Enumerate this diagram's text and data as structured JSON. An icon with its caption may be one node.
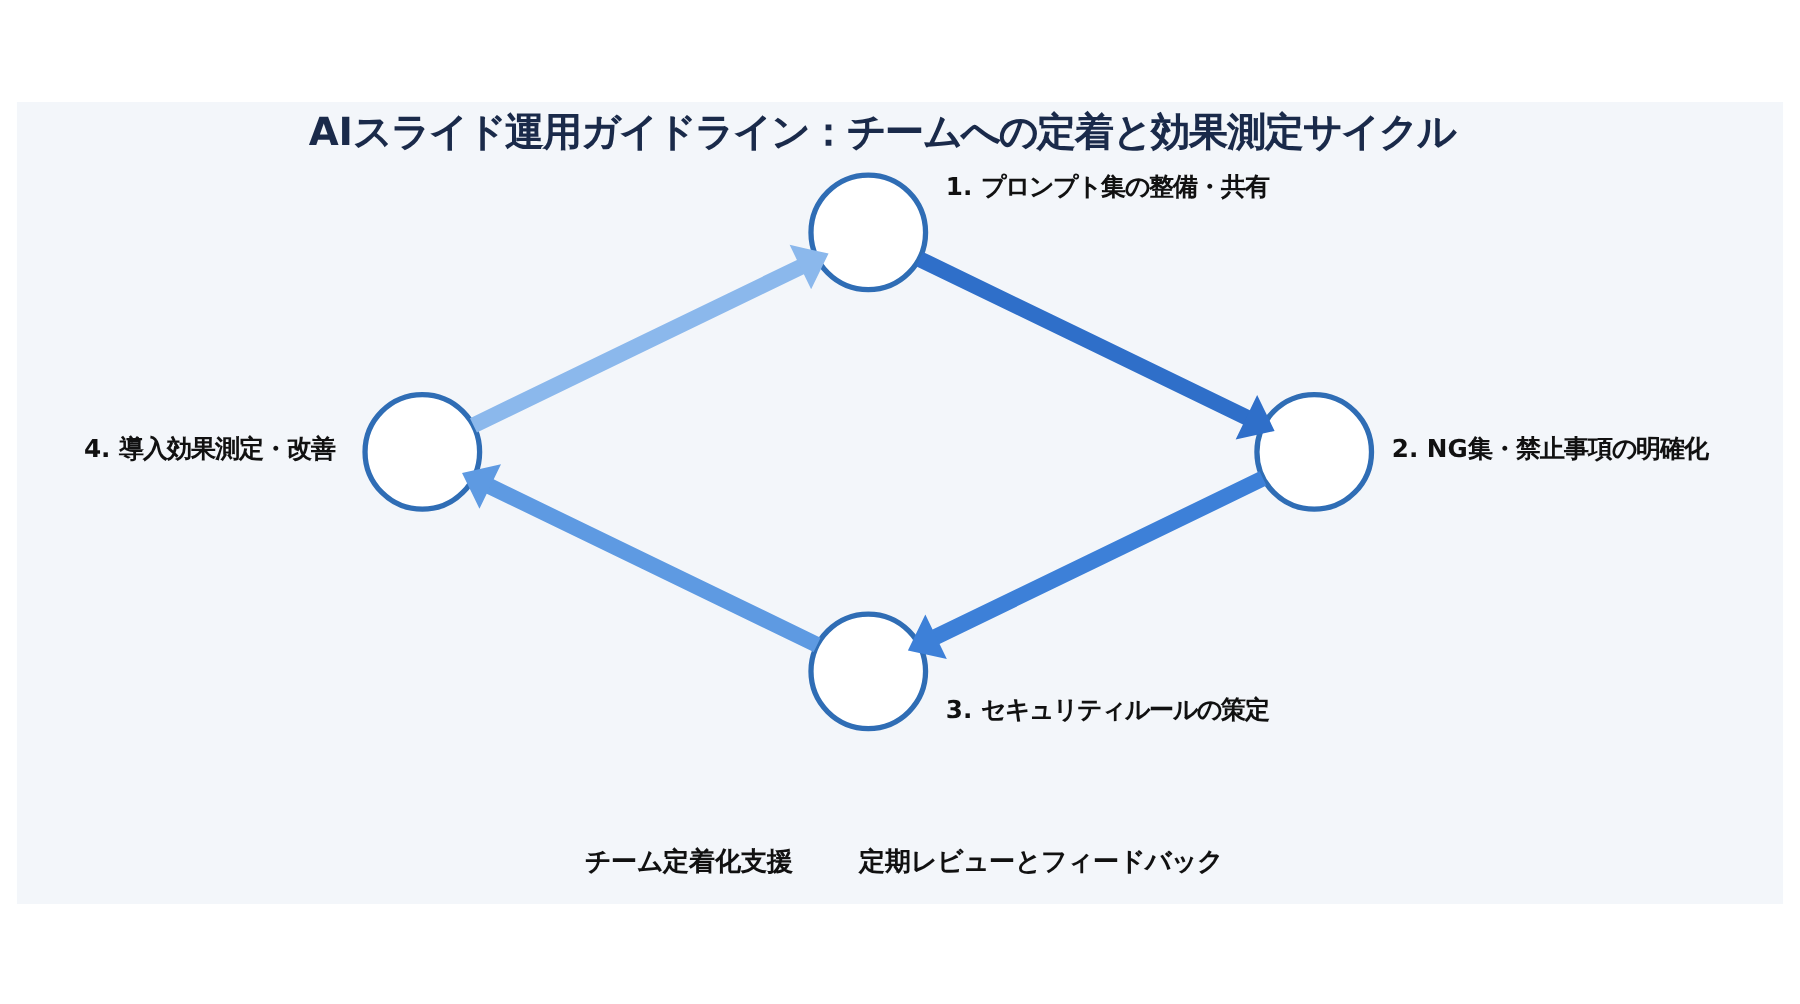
{
  "diagram": {
    "title": "AIスライド運用ガイドライン：チームへの定着と効果測定サイクル",
    "nodes": [
      {
        "text": [],
        "shape": "circle",
        "beside": [
          "1. プロンプト集の整備・共有"
        ]
      },
      {
        "text": [],
        "shape": "circle",
        "beside": [
          "2. NG集・禁止事項の明確化"
        ]
      },
      {
        "text": [],
        "shape": "circle",
        "beside": [
          "3. セキュリティルールの策定"
        ]
      },
      {
        "text": [],
        "shape": "circle",
        "beside": [
          "4. 導入効果測定・改善"
        ]
      }
    ],
    "edges": [
      {
        "from": 0,
        "to": 1,
        "arrow": "to",
        "color": "#2f6fc9"
      },
      {
        "from": 1,
        "to": 2,
        "arrow": "to",
        "color": "#3d80d8"
      },
      {
        "from": 2,
        "to": 3,
        "arrow": "to",
        "color": "#5e9ae2"
      },
      {
        "from": 3,
        "to": 0,
        "arrow": "to",
        "color": "#8bb8ec"
      }
    ],
    "labels": [
      "チーム定着化支援",
      "定期レビューとフィードバック"
    ]
  }
}
